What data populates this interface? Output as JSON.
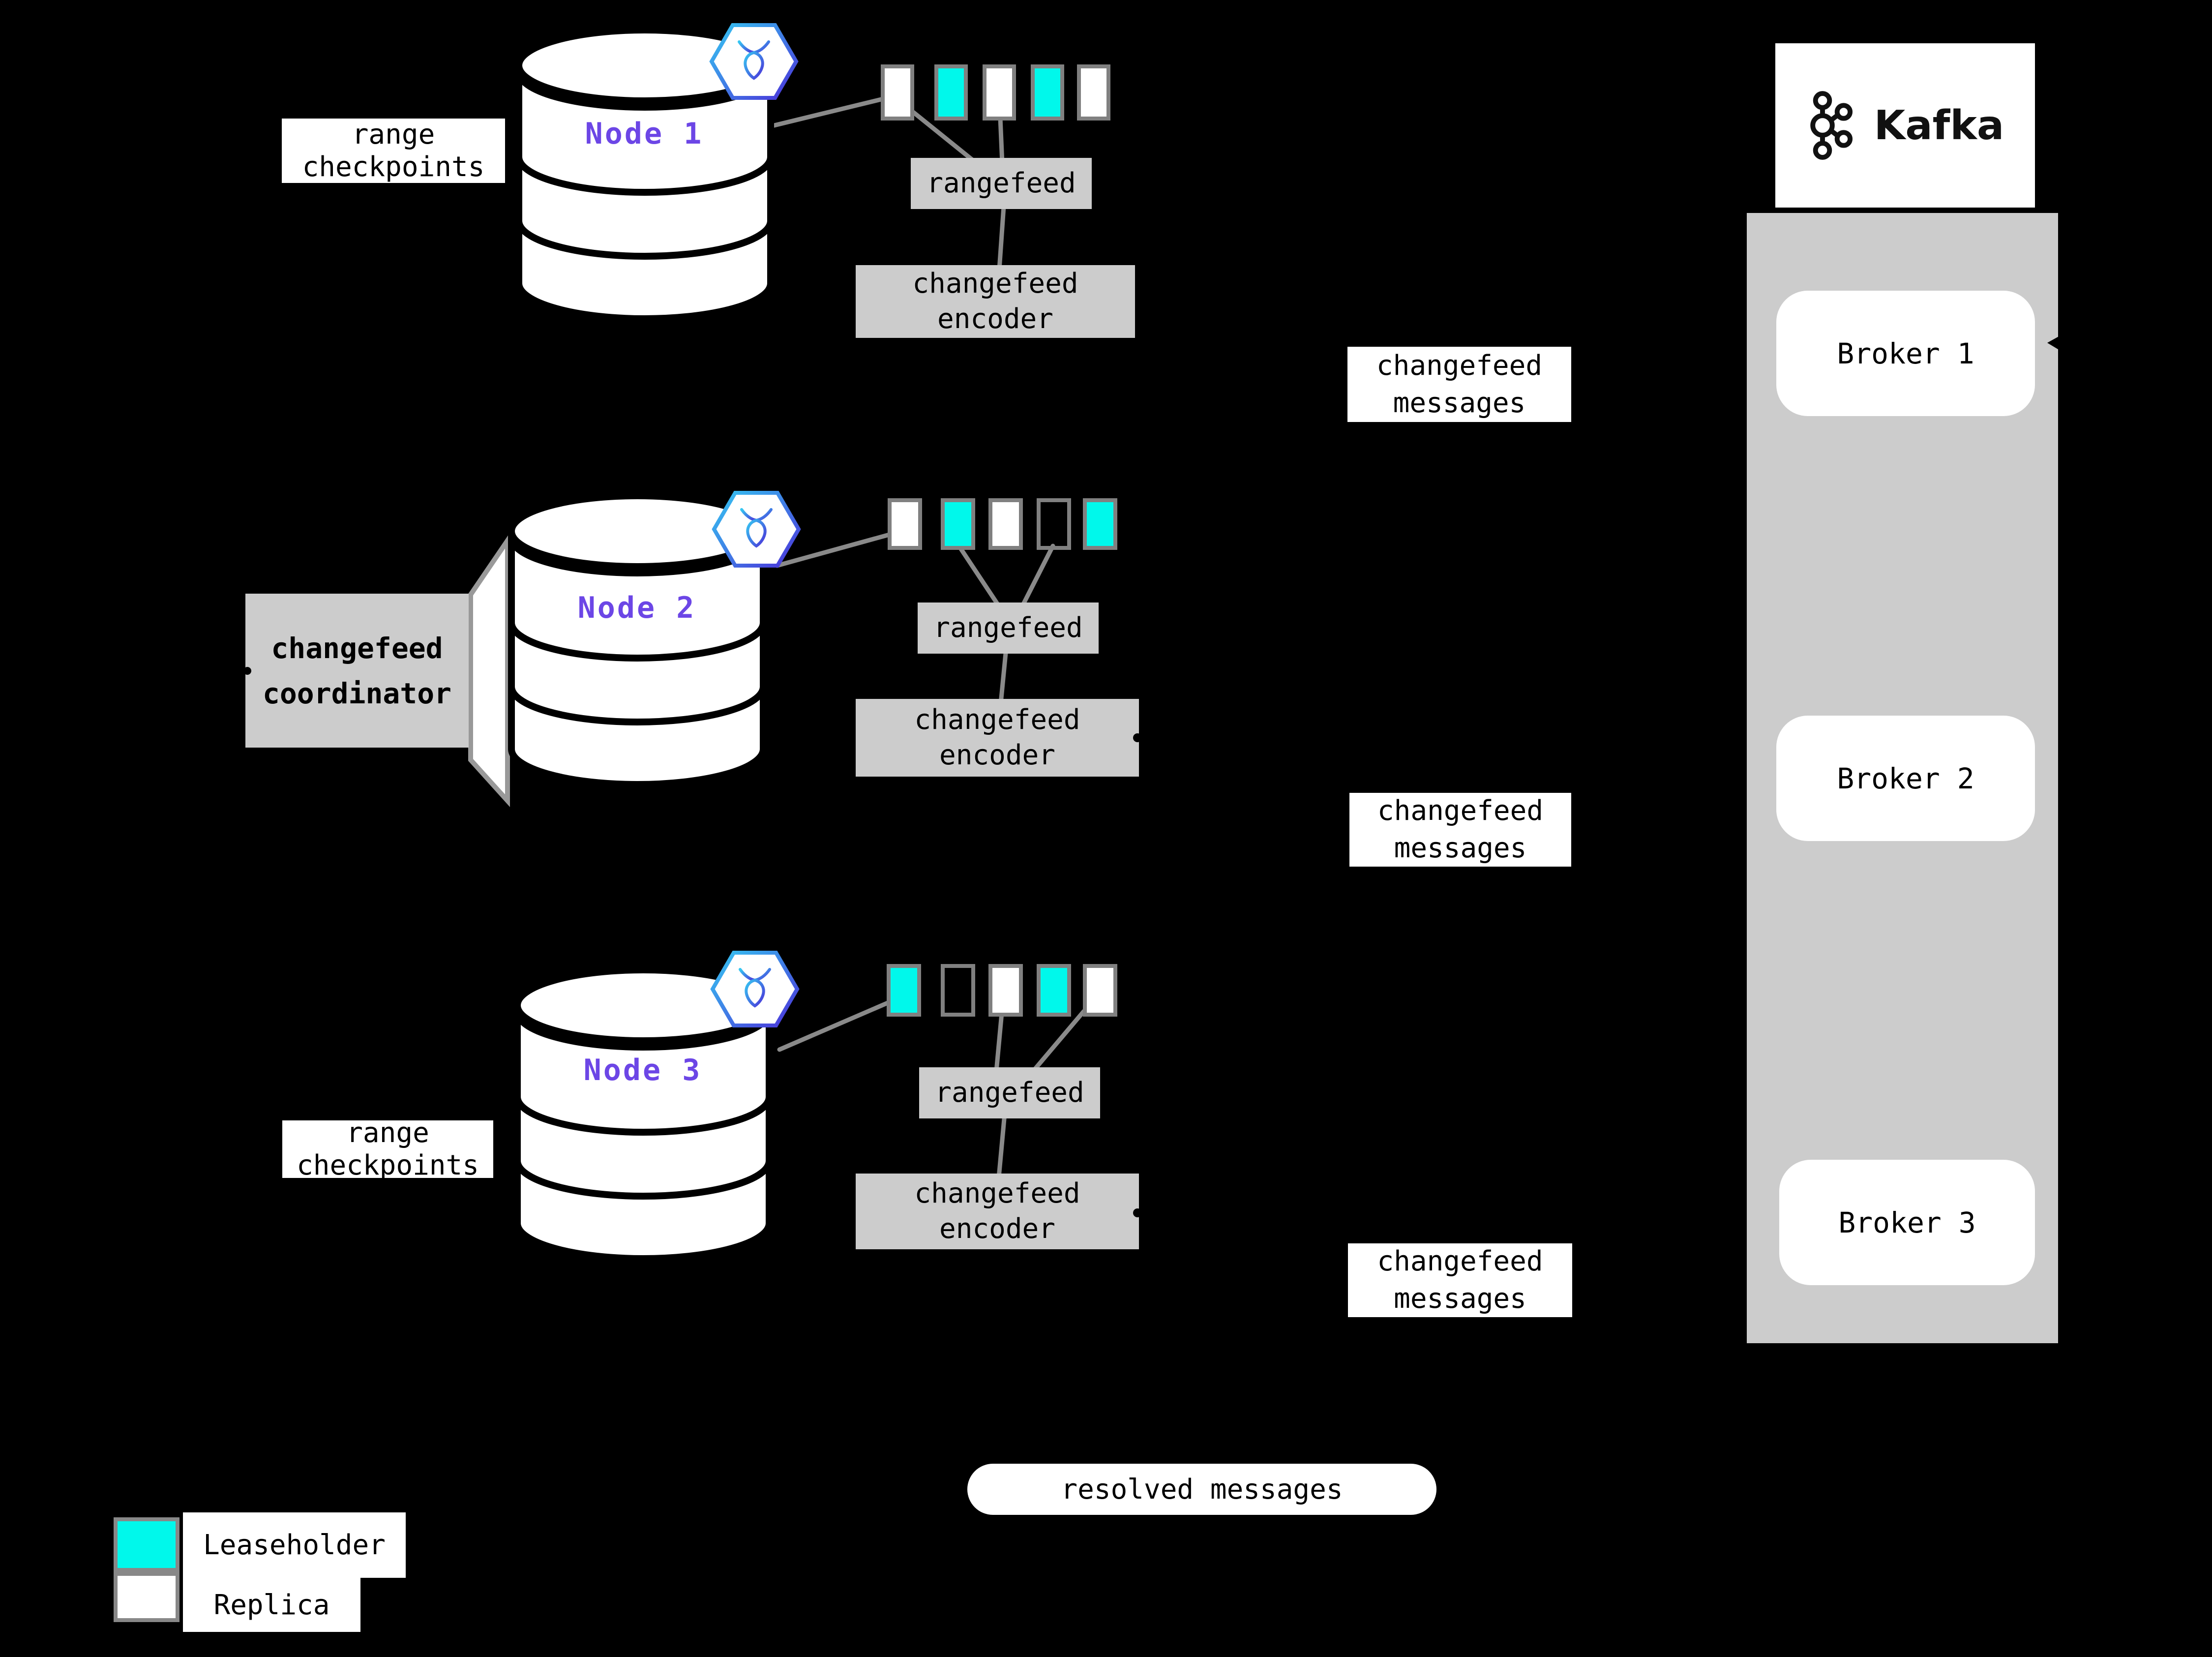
{
  "colors": {
    "leaseholder": "#00F8EB",
    "replica": "#FFFFFF",
    "empty": "transparent",
    "node_text_purple": "#6C46E6",
    "box_gray": "#CCCCCC",
    "range_border_gray": "#808080",
    "connector_gray": "#8A8A8A",
    "background": "#000000"
  },
  "nodes": [
    {
      "label": "Node 1"
    },
    {
      "label": "Node 2"
    },
    {
      "label": "Node 3"
    }
  ],
  "ranges": [
    [
      "replica",
      "leaseholder",
      "replica",
      "leaseholder",
      "replica"
    ],
    [
      "replica",
      "leaseholder",
      "replica",
      "empty",
      "leaseholder"
    ],
    [
      "leaseholder",
      "empty",
      "replica",
      "leaseholder",
      "replica"
    ]
  ],
  "labels": {
    "range_checkpoints": "range checkpoints",
    "changefeed_coordinator": "changefeed coordinator",
    "rangefeed": "rangefeed",
    "changefeed_encoder": "changefeed encoder",
    "changefeed_messages": "changefeed messages",
    "resolved_messages": "resolved messages"
  },
  "kafka": {
    "logo_text": "Kafka",
    "brokers": [
      "Broker 1",
      "Broker 2",
      "Broker 3"
    ]
  },
  "legend": [
    {
      "key": "leaseholder",
      "label": "Leaseholder"
    },
    {
      "key": "replica",
      "label": "Replica"
    }
  ]
}
